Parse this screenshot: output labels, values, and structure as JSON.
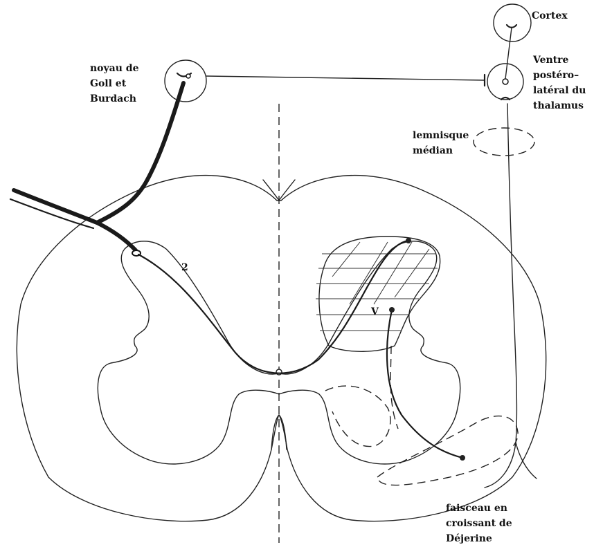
{
  "labels": {
    "cortex": "Cortex",
    "thalamus": [
      "Ventre",
      "postéro–",
      "latéral du",
      "thalamus"
    ],
    "goll_burdach": [
      "noyau de",
      "Goll et",
      "Burdach"
    ],
    "lemnisque": [
      "lemnisque",
      "médian"
    ],
    "neuron_2": "2",
    "neuron_v": "V",
    "dejerine": [
      "faisceau en",
      "croissant de",
      "Déjerine"
    ]
  }
}
